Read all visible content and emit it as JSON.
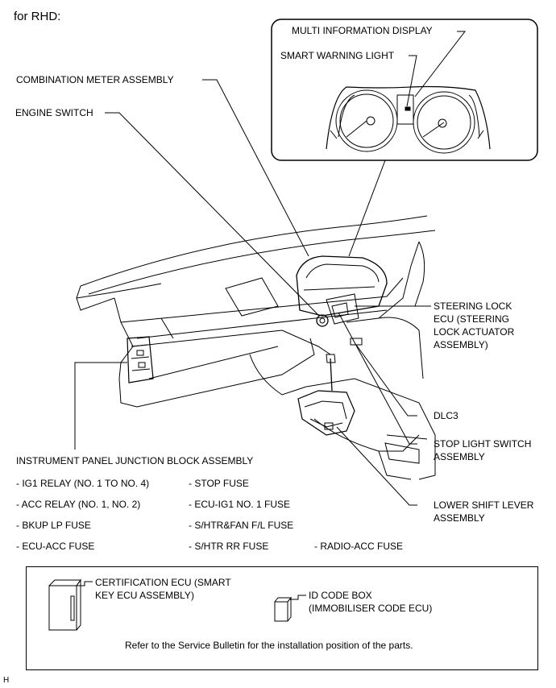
{
  "header": {
    "title": "for RHD:"
  },
  "callouts": {
    "multi_info_display": "MULTI INFORMATION DISPLAY",
    "smart_warning_light": "SMART WARNING LIGHT",
    "combination_meter": "COMBINATION METER ASSEMBLY",
    "engine_switch": "ENGINE SWITCH",
    "steering_lock": [
      "STEERING LOCK",
      "ECU (STEERING",
      "LOCK ACTUATOR",
      "ASSEMBLY)"
    ],
    "dlc3": "DLC3",
    "stop_light_switch": [
      "STOP LIGHT SWITCH",
      "ASSEMBLY"
    ],
    "lower_shift_lever": [
      "LOWER SHIFT LEVER",
      "ASSEMBLY"
    ],
    "junction_block": "INSTRUMENT PANEL JUNCTION BLOCK ASSEMBLY"
  },
  "fuse_list": {
    "col1": [
      "- IG1 RELAY (NO. 1 TO NO. 4)",
      "- ACC RELAY (NO. 1, NO. 2)",
      "- BKUP LP FUSE",
      "- ECU-ACC FUSE"
    ],
    "col2": [
      "- STOP FUSE",
      "- ECU-IG1 NO. 1 FUSE",
      "- S/HTR&FAN F/L FUSE",
      "- S/HTR RR FUSE"
    ],
    "col3": [
      "- RADIO-ACC FUSE"
    ]
  },
  "bottom_box": {
    "certification_ecu": [
      "CERTIFICATION ECU (SMART",
      "KEY ECU ASSEMBLY)"
    ],
    "id_code_box": [
      "ID CODE BOX",
      "(IMMOBILISER CODE ECU)"
    ],
    "note": "Refer to the Service Bulletin for the installation position of the parts."
  },
  "footer": {
    "mark": "H"
  }
}
